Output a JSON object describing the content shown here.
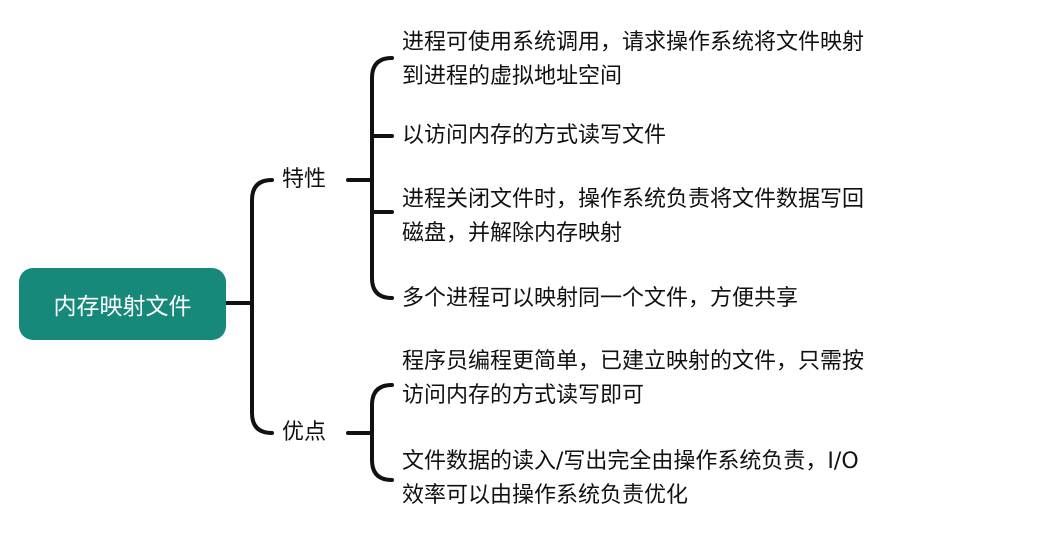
{
  "colors": {
    "root_fill": "#16897a",
    "root_text": "#ffffff",
    "line": "#111111"
  },
  "root": {
    "label": "内存映射文件"
  },
  "branches": [
    {
      "label": "特性",
      "leaves": [
        {
          "lines": [
            "进程可使用系统调用，请求操作系统将文件映射",
            "到进程的虚拟地址空间"
          ]
        },
        {
          "lines": [
            "以访问内存的方式读写文件"
          ]
        },
        {
          "lines": [
            "进程关闭文件时，操作系统负责将文件数据写回",
            "磁盘，并解除内存映射"
          ]
        },
        {
          "lines": [
            "多个进程可以映射同一个文件，方便共享"
          ]
        }
      ]
    },
    {
      "label": "优点",
      "leaves": [
        {
          "lines": [
            "程序员编程更简单，已建立映射的文件，只需按",
            "访问内存的方式读写即可"
          ]
        },
        {
          "lines": [
            "文件数据的读入/写出完全由操作系统负责，I/O",
            "效率可以由操作系统负责优化"
          ]
        }
      ]
    }
  ]
}
